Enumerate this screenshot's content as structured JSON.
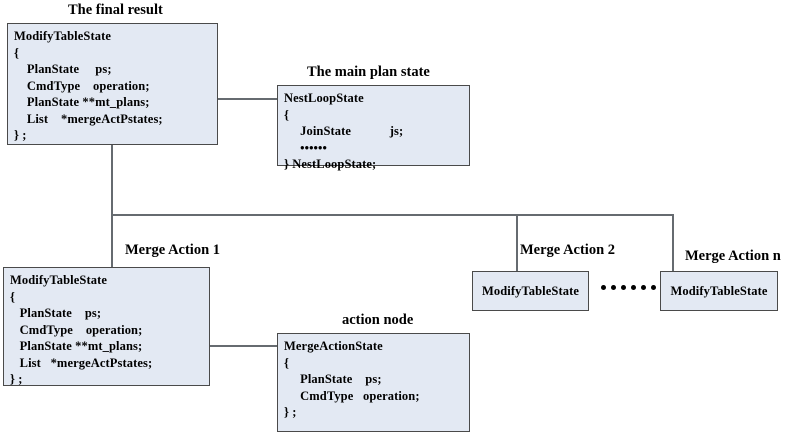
{
  "diagram": {
    "title_hidden": "PostgreSQL ModifyTableState merge action plan tree",
    "colors": {
      "box_fill": "#e3e9f3",
      "box_border": "#4a4a4a",
      "connector": "#666b70",
      "text": "#000000",
      "background": "#ffffff"
    }
  },
  "captions": {
    "final_result": "The final result",
    "main_plan_state": "The main plan state",
    "merge_action_1": "Merge Action 1",
    "merge_action_2": "Merge Action 2",
    "merge_action_n": "Merge Action n",
    "action_node": "action node"
  },
  "nodes": {
    "final_result_struct": {
      "name": "ModifyTableState",
      "lines": [
        "ModifyTableState",
        "{",
        "    PlanState     ps;",
        "    CmdType    operation;",
        "    PlanState **mt_plans;",
        "    List    *mergeActPstates;",
        "} ;"
      ]
    },
    "main_plan_struct": {
      "name": "NestLoopState",
      "lines": [
        "NestLoopState",
        "{",
        "     JoinState            js;",
        "     ••••••",
        "} NestLoopState;"
      ]
    },
    "merge_action_1_struct": {
      "name": "ModifyTableState",
      "lines": [
        "ModifyTableState",
        "{",
        "   PlanState    ps;",
        "   CmdType    operation;",
        "   PlanState **mt_plans;",
        "   List   *mergeActPstates;",
        "} ;"
      ]
    },
    "merge_action_2_struct": {
      "name": "ModifyTableState",
      "label": "ModifyTableState"
    },
    "merge_action_n_struct": {
      "name": "ModifyTableState",
      "label": "ModifyTableState"
    },
    "action_node_struct": {
      "name": "MergeActionState",
      "lines": [
        "MergeActionState",
        "{",
        "     PlanState    ps;",
        "     CmdType   operation;",
        "} ;"
      ]
    }
  },
  "ellipsis": {
    "dot_count": 6
  }
}
